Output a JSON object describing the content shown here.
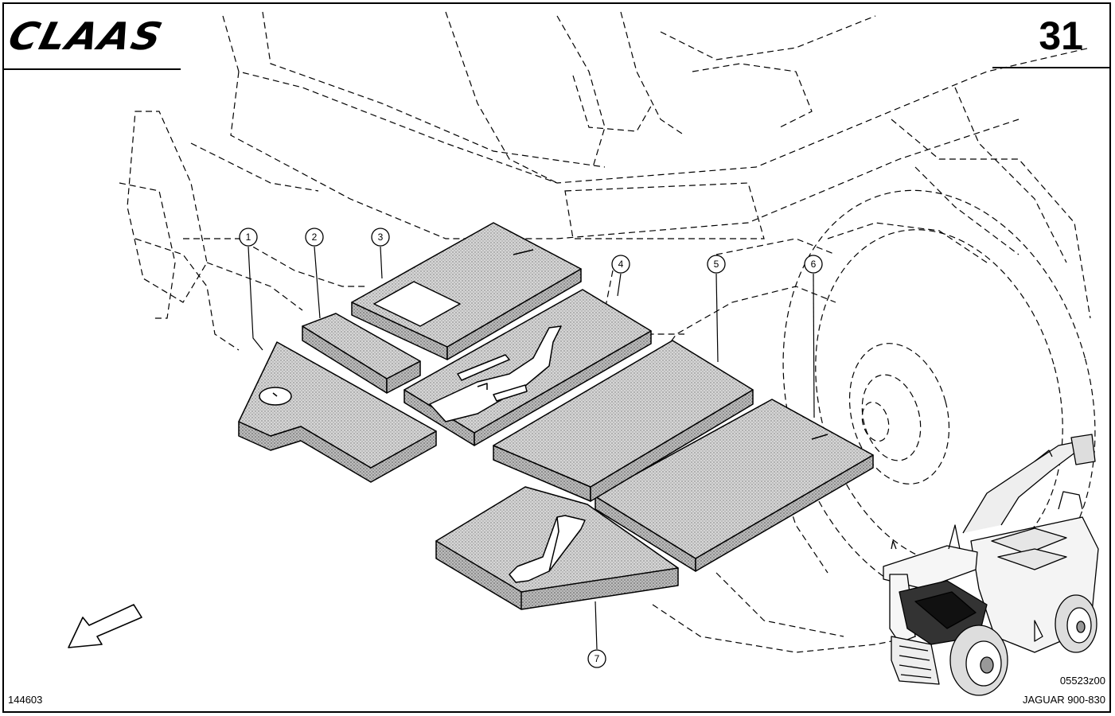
{
  "header": {
    "brand": "CLAAS",
    "page_number": "31"
  },
  "footer": {
    "drawing_number": "144603",
    "image_code": "05523z00",
    "model": "JAGUAR 900-830"
  },
  "callouts": [
    {
      "id": "1",
      "label": "1"
    },
    {
      "id": "2",
      "label": "2"
    },
    {
      "id": "3",
      "label": "3"
    },
    {
      "id": "4",
      "label": "4"
    },
    {
      "id": "5",
      "label": "5"
    },
    {
      "id": "6",
      "label": "6"
    },
    {
      "id": "7",
      "label": "7"
    }
  ],
  "colors": {
    "line": "#000000",
    "panel_fill": "#cfcfcf",
    "panel_side": "#b4b4b4",
    "background": "#ffffff"
  },
  "icons": {
    "direction_arrow": "arrow-down-left-icon",
    "machine_thumbnail": "forage-harvester-icon"
  }
}
